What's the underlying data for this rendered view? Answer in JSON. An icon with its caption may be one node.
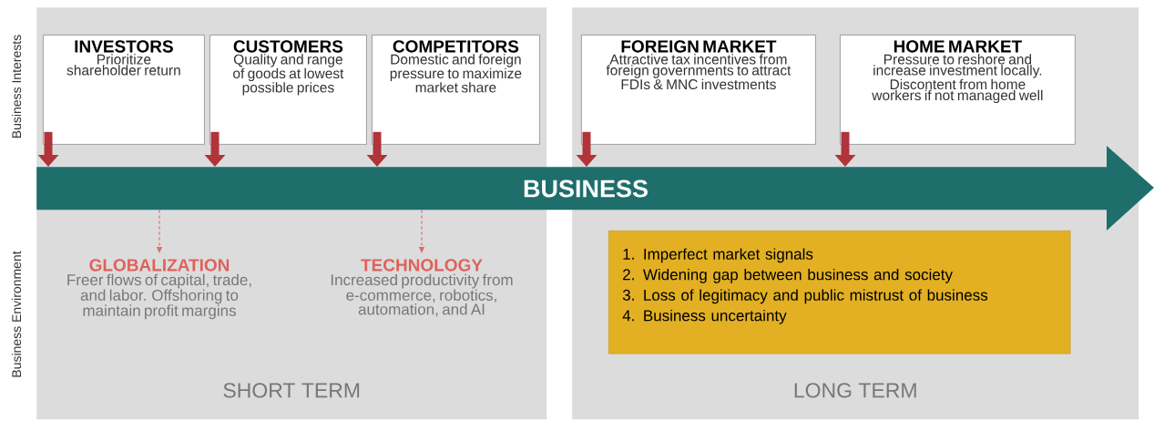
{
  "diagram": {
    "nodes": [
      {
        "text": [
          "SHORT TERM"
        ]
      },
      {
        "text": [
          "LONG TERM"
        ]
      },
      {
        "text": [
          "INVESTORS",
          "Prioritize shareholder return"
        ],
        "in": 0
      },
      {
        "text": [
          "CUSTOMERS",
          "Quality and range of goods at lowest possible prices"
        ],
        "in": 0
      },
      {
        "text": [
          "COMPETITORS",
          "Domestic and foreign pressure to maximize market share"
        ],
        "in": 0
      },
      {
        "text": [
          "FOREIGN MARKET",
          "Attractive tax incentives from foreign governments to attract FDIs & MNC investments"
        ],
        "in": 1
      },
      {
        "text": [
          "HOME MARKET",
          "Pressure to reshore and increase investment locally. Discontent from home workers if not managed well"
        ],
        "in": 1
      },
      {
        "text": [
          "BUSINESS"
        ]
      },
      {
        "text": [
          "GLOBALIZATION",
          "Freer flows of capital, trade, and labor. Offshoring to maintain profit margins"
        ],
        "in": 0
      },
      {
        "text": [
          "TECHNOLOGY",
          "Increased productivity from e-commerce, robotics, automation, and AI"
        ],
        "in": 0
      },
      {
        "text": [
          "1. Imperfect market signals",
          "2. Widening gap between business and society",
          "3. Loss of legitimacy and public mistrust of business",
          "4. Business uncertainty"
        ],
        "in": 1
      }
    ],
    "edges": [
      {
        "from": 2,
        "to": 7,
        "arrow": "to",
        "color": "#b0343a"
      },
      {
        "from": 3,
        "to": 7,
        "arrow": "to",
        "color": "#b0343a"
      },
      {
        "from": 4,
        "to": 7,
        "arrow": "to",
        "color": "#b0343a"
      },
      {
        "from": 5,
        "to": 7,
        "arrow": "to",
        "color": "#b0343a"
      },
      {
        "from": 6,
        "to": 7,
        "arrow": "to",
        "color": "#b0343a"
      },
      {
        "from": 7,
        "to": 8,
        "arrow": "to",
        "style": "dashed",
        "color": "#e06a66"
      },
      {
        "from": 7,
        "to": 9,
        "arrow": "to",
        "style": "dashed",
        "color": "#e06a66"
      }
    ],
    "labels": [
      "Business Interests",
      "Business Environment"
    ]
  }
}
